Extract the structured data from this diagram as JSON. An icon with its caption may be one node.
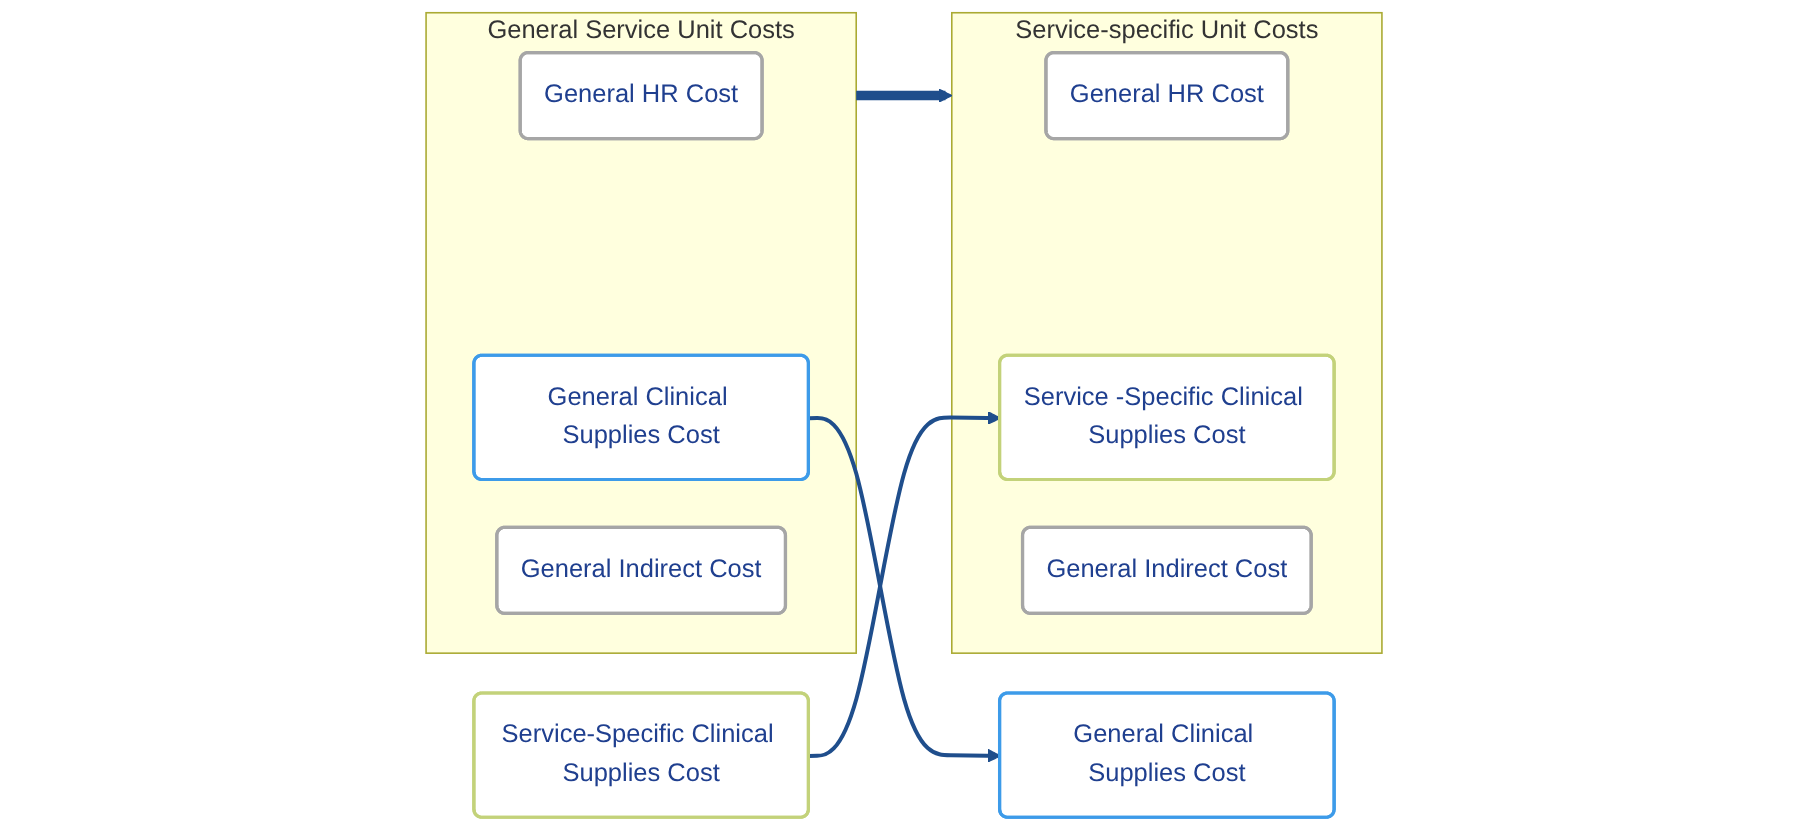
{
  "diagram": {
    "nodes": [
      {
        "text": [
          "General Service Unit Costs"
        ]
      },
      {
        "text": [
          "General HR Cost"
        ],
        "in": 0
      },
      {
        "text": [
          "General Clinical Supplies Cost"
        ],
        "in": 0
      },
      {
        "text": [
          "General Indirect Cost"
        ],
        "in": 0
      },
      {
        "text": [
          "Service-Specific Clinical Supplies Cost"
        ]
      },
      {
        "text": [
          "General Clinical Supplies Cost"
        ]
      },
      {
        "text": [
          "Service-specific Unit Costs"
        ]
      },
      {
        "text": [
          "General HR Cost"
        ],
        "in": 6
      },
      {
        "text": [
          "Service -Specific Clinical Supplies Cost"
        ],
        "in": 6
      },
      {
        "text": [
          "General Indirect Cost"
        ],
        "in": 6
      }
    ],
    "edges": [
      {
        "from": 0,
        "to": 6,
        "arrow": "to",
        "style": "thick"
      },
      {
        "from": 2,
        "to": 5,
        "arrow": "to"
      },
      {
        "from": 4,
        "to": 8,
        "arrow": "to"
      }
    ]
  }
}
